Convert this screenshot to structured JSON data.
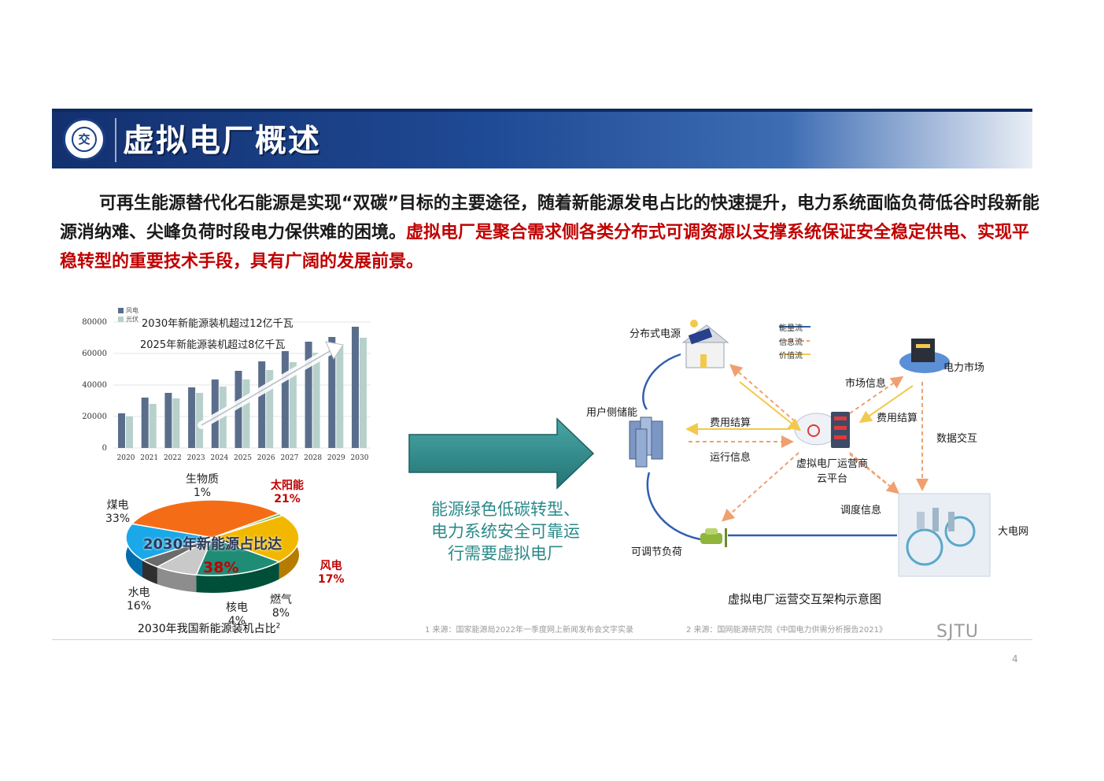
{
  "header": {
    "title": "虚拟电厂概述",
    "logo_text": "交"
  },
  "intro": {
    "black_text": "可再生能源替代化石能源是实现“双碳”目标的主要途径，随着新能源发电占比的快速提升，电力系统面临负荷低谷时段新能源消纳难、尖峰负荷时段电力保供难的困境。",
    "red_text": "虚拟电厂是聚合需求侧各类分布式可调资源以支撑系统保证安全稳定供电、实现平稳转型的重要技术手段，具有广阔的发展前景。"
  },
  "chart_data": [
    {
      "type": "bar",
      "categories": [
        "2020",
        "2021",
        "2022",
        "2023",
        "2024",
        "2025",
        "2026",
        "2027",
        "2028",
        "2029",
        "2030"
      ],
      "series": [
        {
          "name": "风电",
          "values": [
            22000,
            32000,
            35000,
            38500,
            43500,
            49000,
            55000,
            61500,
            67500,
            70500,
            77000
          ],
          "color": "#5a6e8c"
        },
        {
          "name": "光伏",
          "values": [
            20000,
            28000,
            31500,
            35000,
            39000,
            43500,
            49500,
            54500,
            60500,
            65000,
            70000
          ],
          "color": "#b7d0cb"
        }
      ],
      "yticks": [
        "0",
        "20000",
        "40000",
        "60000",
        "80000"
      ],
      "ylim": [
        0,
        80000
      ],
      "annotations": [
        "2030年新能源装机超过12亿千瓦",
        "2025年新能源装机超过8亿千瓦"
      ]
    },
    {
      "type": "pie",
      "caption": "2030年我国新能源装机占比",
      "caption_sup": "2",
      "center_label": "2030年新能源占比达",
      "center_value": "38%",
      "slices": [
        {
          "name": "煤电",
          "pct": "33%",
          "value": 33,
          "color": "#f46d16"
        },
        {
          "name": "生物质",
          "pct": "1%",
          "value": 1,
          "color": "#6fbf3f"
        },
        {
          "name": "太阳能",
          "pct": "21%",
          "value": 21,
          "color": "#f2b800"
        },
        {
          "name": "风电",
          "pct": "17%",
          "value": 17,
          "color": "#1f8c75"
        },
        {
          "name": "燃气",
          "pct": "8%",
          "value": 8,
          "color": "#c9c9c9"
        },
        {
          "name": "核电",
          "pct": "4%",
          "value": 4,
          "color": "#6b6b6b"
        },
        {
          "name": "水电",
          "pct": "16%",
          "value": 16,
          "color": "#1aa8e8"
        }
      ]
    }
  ],
  "middle": {
    "lines": [
      "能源绿色低碳转型、",
      "电力系统安全可靠运",
      "行需要虚拟电厂"
    ]
  },
  "diagram": {
    "caption": "虚拟电厂运营交互架构示意图",
    "legend": [
      {
        "label": "能量流",
        "color": "#2f5fb0"
      },
      {
        "label": "信息流",
        "color": "#f0a070"
      },
      {
        "label": "价值流",
        "color": "#f2c94c"
      }
    ],
    "nodes": {
      "distributed": "分布式电源",
      "storage": "用户侧储能",
      "load": "可调节负荷",
      "vpp_line1": "虚拟电厂运营商",
      "vpp_line2": "云平台",
      "market": "电力市场",
      "grid": "大电网"
    },
    "edges": {
      "fee1": "费用结算",
      "run": "运行信息",
      "market_info": "市场信息",
      "fee2": "费用结算",
      "data": "数据交互",
      "dispatch": "调度信息"
    }
  },
  "footer": {
    "note1": "1 来源：国家能源局2022年一季度网上新闻发布会文字实录",
    "note2": "2 来源：国网能源研究院《中国电力供需分析报告2021》",
    "brand": "SJTU",
    "page": "4"
  }
}
